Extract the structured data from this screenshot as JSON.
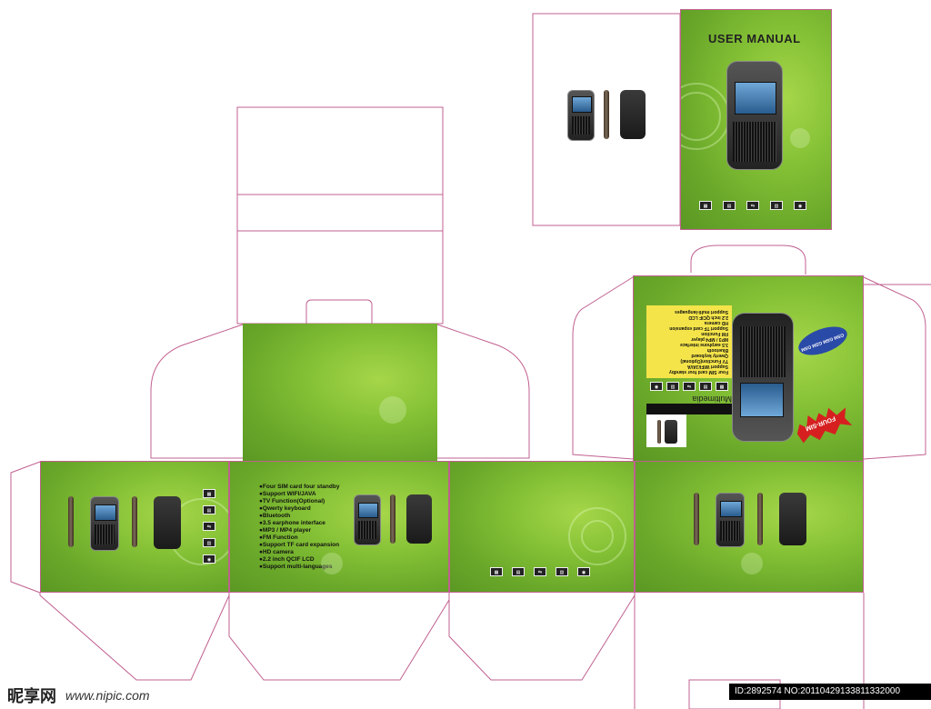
{
  "manual": {
    "title": "USER MANUAL"
  },
  "features": {
    "items": [
      "●Four SIM card four standby",
      "●Support WIFI/JAVA",
      "●TV Function(Optional)",
      "●Qwerty keyboard",
      "●Bluetooth",
      "●3.5 earphone interface",
      "●MP3 / MP4 player",
      "●FM Function",
      "●Support TF card expansion",
      "●HD camera",
      "●2.2 inch QCIF LCD",
      "●Support multi-languages"
    ]
  },
  "lid": {
    "multimedia_label": "Multimedia",
    "badge": "FOUR-SIM",
    "sim_badge": "GSM GSM GSM GSM",
    "features_rotated": [
      "Four SIM card four standby",
      "Support WIFI/JAVA",
      "TV Function(Optional)",
      "Qwerty keyboard",
      "Bluetooth",
      "3.5 earphone interface",
      "MP3 / MP4 player",
      "FM Function",
      "Support TF card expansion",
      "HD camera",
      "2.2 inch QCIF LCD",
      "Support multi-languages"
    ]
  },
  "watermark": {
    "logo": "昵享网",
    "url": "www.nipic.com",
    "id_text": "ID:2892574 NO:20110429133811332000"
  },
  "colors": {
    "dieline": "#c06090",
    "panel_green": "#86c236",
    "yellow_label": "#f4e44a"
  },
  "icons": [
    "memory-icon",
    "card-icon",
    "hdmi-icon",
    "sim-icon",
    "camera-icon"
  ]
}
